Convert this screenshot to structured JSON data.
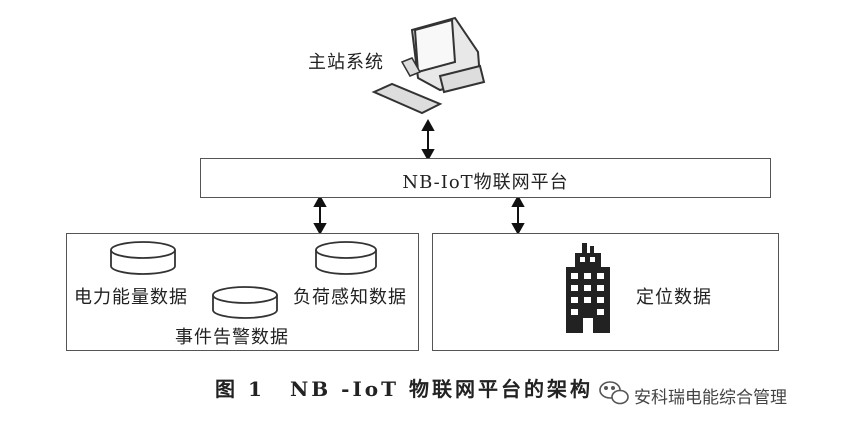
{
  "master_station": {
    "label": "主站系统"
  },
  "platform": {
    "label": "NB-IoT物联网平台"
  },
  "left_panel": {
    "db1": "电力能量数据",
    "db2": "负荷感知数据",
    "db3": "事件告警数据"
  },
  "right_panel": {
    "label": "定位数据"
  },
  "caption": {
    "figure": "图 1",
    "text": "NB -IoT 物联网平台的架构"
  },
  "watermark": {
    "text": "安科瑞电能综合管理"
  },
  "icons": {
    "computer": "computer-icon",
    "database": "database-icon",
    "building": "building-icon",
    "arrow": "double-arrow-icon",
    "wechat": "wechat-icon"
  }
}
